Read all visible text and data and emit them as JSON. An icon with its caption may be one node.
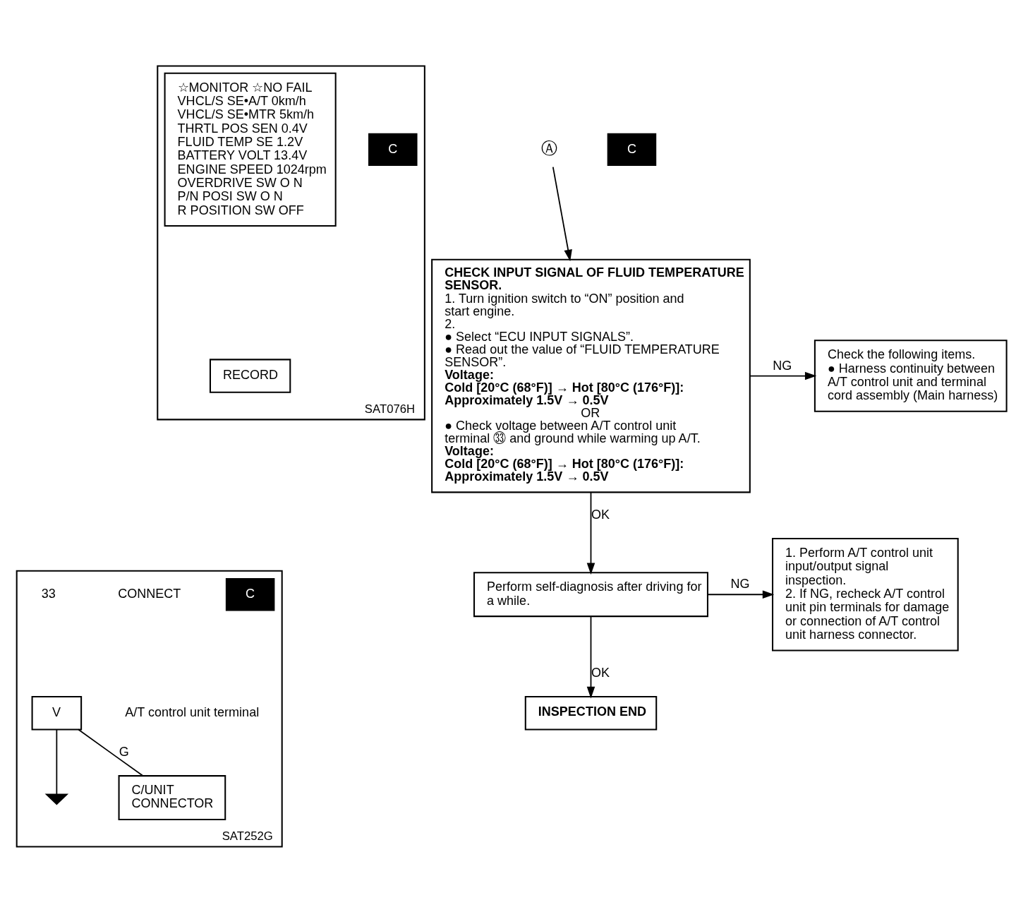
{
  "diagram": {
    "nodes": [
      {
        "text": [
          "Ⓐ"
        ]
      },
      {
        "text": [
          "CHECK INPUT SIGNAL OF FLUID TEMPERATURE SENSOR.",
          "1. Turn ignition switch to “ON” position and start engine.",
          "2.",
          "● Select “ECU INPUT SIGNALS”.",
          "● Read out the value of “FLUID TEMPERATURE SENSOR”.",
          "Voltage:",
          "Cold [20°C (68°F)] → Hot [80°C (176°F)]:",
          "Approximately 1.5V → 0.5V",
          "OR",
          "● Check voltage between A/T control unit terminal ㉝ and ground while warming up A/T.",
          "Voltage:",
          "Cold [20°C (68°F)] → Hot [80°C (176°F)]:",
          "Approximately 1.5V → 0.5V"
        ]
      },
      {
        "text": [
          "Check the following items.",
          "● Harness continuity between A/T control unit and terminal cord assembly (Main harness)"
        ]
      },
      {
        "text": [
          "Perform self-diagnosis after driving for a while."
        ]
      },
      {
        "text": [
          "INSPECTION END"
        ]
      },
      {
        "text": [
          "1. Perform A/T control unit input/output signal inspection.",
          "2. If NG, recheck A/T control unit pin terminals for damage or connection of A/T control unit harness connector."
        ]
      },
      {
        "text": [
          "SAT076H"
        ]
      },
      {
        "text": [
          "☆MONITOR ☆NO FAIL",
          "VHCL/S SE•A/T 0km/h",
          "VHCL/S SE•MTR 5km/h",
          "THRTL POS SEN 0.4V",
          "FLUID TEMP SE 1.2V",
          "BATTERY VOLT 13.4V",
          "ENGINE SPEED 1024rpm",
          "OVERDRIVE SW O N",
          "P/N POSI SW O N",
          "R POSITION SW OFF"
        ],
        "in": 6
      },
      {
        "text": [
          "RECORD"
        ],
        "in": 6
      },
      {
        "text": [
          "SAT252G"
        ]
      },
      {
        "text": [
          "C/UNIT",
          "CONNECTOR"
        ],
        "in": 9
      },
      {
        "text": [
          "V"
        ],
        "in": 9
      },
      {
        "text": [],
        "shape": "ground",
        "in": 9
      }
    ],
    "edges": [
      {
        "from": 0,
        "to": 1,
        "arrow": "to"
      },
      {
        "from": 1,
        "to": 2,
        "arrow": "to",
        "label": "NG"
      },
      {
        "from": 1,
        "to": 3,
        "arrow": "to",
        "label": "OK"
      },
      {
        "from": 3,
        "to": 5,
        "arrow": "to",
        "label": "NG"
      },
      {
        "from": 3,
        "to": 4,
        "arrow": "to",
        "label": "OK"
      },
      {
        "from": 11,
        "to": 10,
        "arrow": "none",
        "label": "G"
      },
      {
        "from": 11,
        "to": 12,
        "arrow": "none"
      }
    ],
    "labels": [
      "C",
      "C",
      "A/T control unit terminal",
      "CONNECT",
      "33",
      "C"
    ]
  }
}
